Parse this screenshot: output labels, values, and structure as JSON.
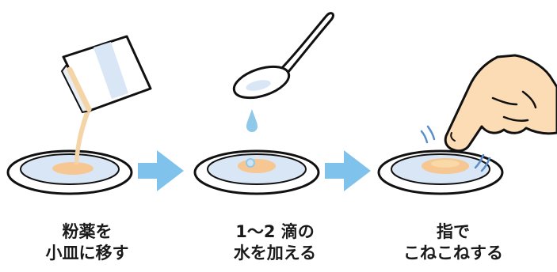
{
  "steps": [
    {
      "line1": "粉薬を",
      "line2": "小皿に移す"
    },
    {
      "line1": "1～2 滴の",
      "line2": "水を加える"
    },
    {
      "line1": "指で",
      "line2": "こねこねする"
    }
  ],
  "colors": {
    "outline": "#111111",
    "plate_inner": "#d9e6f6",
    "powder": "#f6c792",
    "liquid": "#f3d5a8",
    "water": "#8ec9ea",
    "arrow": "#7fc3ec",
    "skin": "#fbdcb4"
  }
}
